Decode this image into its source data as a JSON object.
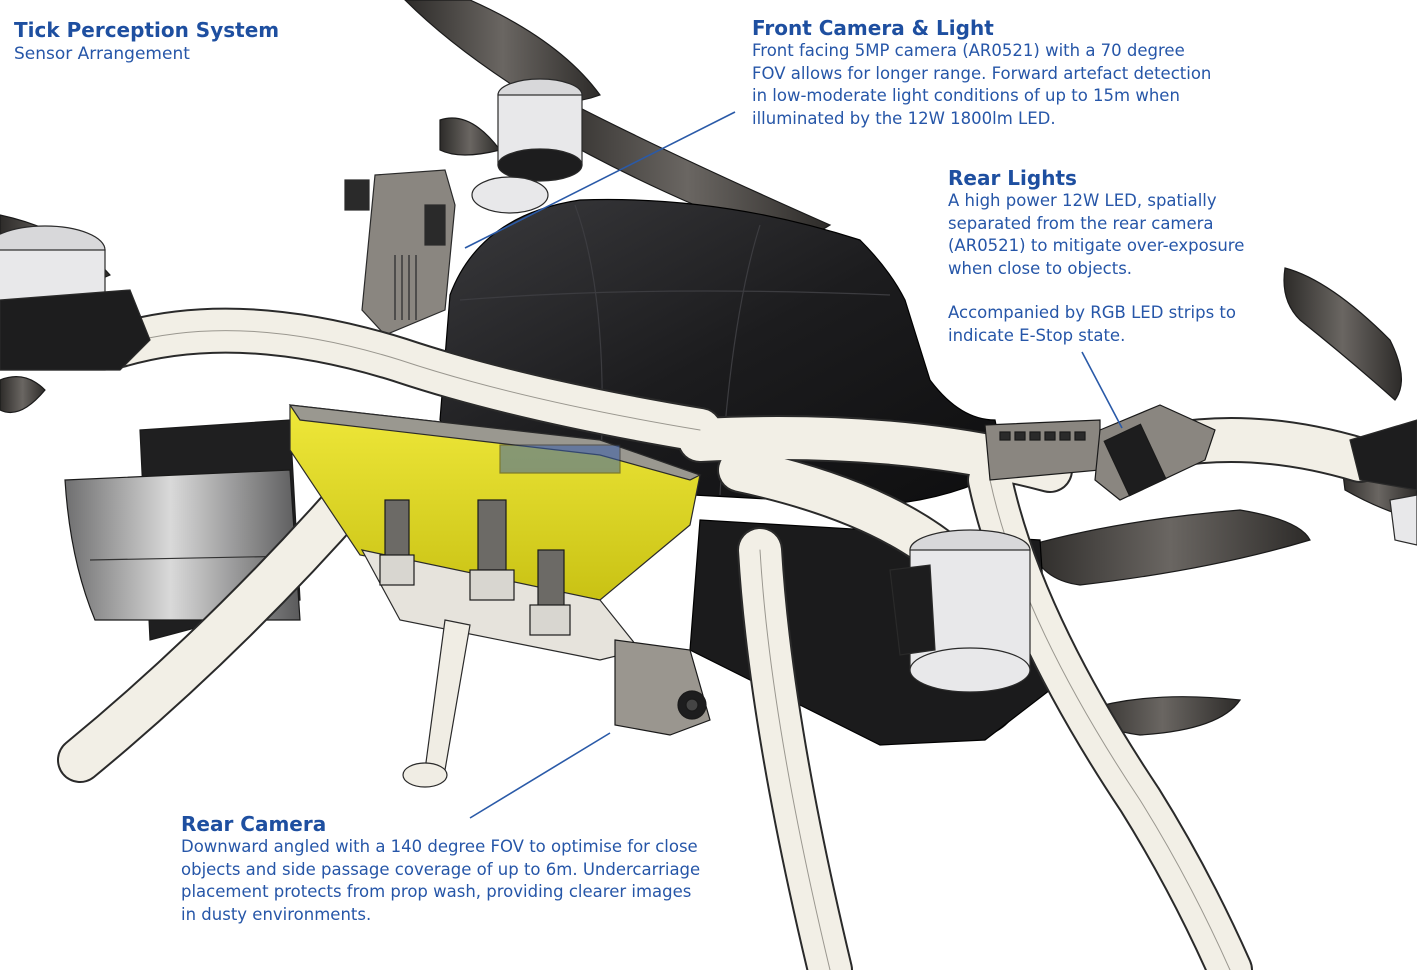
{
  "header": {
    "title": "Tick Perception System",
    "subtitle": "Sensor Arrangement"
  },
  "callouts": {
    "front": {
      "heading": "Front Camera & Light",
      "body": "Front facing 5MP camera (AR0521) with a 70 degree\nFOV allows for longer range. Forward artefact detection\nin low-moderate light conditions of up to 15m when\nilluminated by the 12W 1800lm LED."
    },
    "rear_lights": {
      "heading": "Rear Lights",
      "body": "A high power 12W LED, spatially\nseparated from the rear camera\n(AR0521) to mitigate over-exposure\nwhen close to objects.",
      "body2": "Accompanied by RGB LED strips to\nindicate E-Stop state."
    },
    "rear_camera": {
      "heading": "Rear Camera",
      "body": "Downward angled with a 140 degree FOV to optimise for close\nobjects and side passage coverage of up to 6m. Undercarriage\nplacement protects from prop wash, providing clearer images\nin dusty environments."
    }
  },
  "colors": {
    "text_blue": "#1e4fa0",
    "leader_line": "#2a5aa8",
    "housing_yellow": "#e3dc1e",
    "arm_white": "#f2efe6",
    "shell_black": "#1d1d1f",
    "prop_grey": "#3e3c3a"
  }
}
